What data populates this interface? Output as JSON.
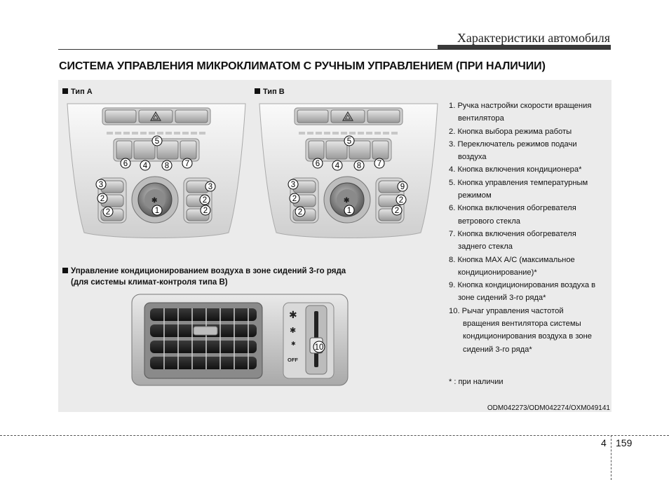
{
  "header": {
    "title": "Характеристики автомобиля"
  },
  "section": {
    "title": "СИСТЕМА УПРАВЛЕНИЯ МИКРОКЛИМАТОМ С РУЧНЫМ УПРАВЛЕНИЕМ (ПРИ НАЛИЧИИ)"
  },
  "figures": {
    "type_a": {
      "label": "Тип А",
      "callouts": {
        "c1": "1",
        "c2": "2",
        "c3": "3",
        "c4": "4",
        "c5": "5",
        "c6": "6",
        "c7": "7",
        "c8": "8"
      }
    },
    "type_b": {
      "label": "Тип В",
      "callouts": {
        "c1": "1",
        "c2": "2",
        "c3": "3",
        "c4": "4",
        "c5": "5",
        "c6": "6",
        "c7": "7",
        "c8": "8",
        "c9": "9"
      }
    },
    "third_row": {
      "caption_line1": "Управление кондиционированием воздуха в зоне сидений 3-го ряда",
      "caption_line2": "(для системы климат-контроля типа В)",
      "off_label": "OFF",
      "callout": "10"
    }
  },
  "legend": [
    {
      "lines": [
        "1. Ручка настройки скорости вращения",
        "вентилятора"
      ]
    },
    {
      "lines": [
        "2. Кнопка выбора режима работы"
      ]
    },
    {
      "lines": [
        "3. Переключатель режимов подачи",
        "воздуха"
      ]
    },
    {
      "lines": [
        "4. Кнопка включения кондиционера*"
      ]
    },
    {
      "lines": [
        "5. Кнопка управления температурным",
        "режимом"
      ]
    },
    {
      "lines": [
        "6. Кнопка включения обогревателя",
        "ветрового стекла"
      ]
    },
    {
      "lines": [
        "7. Кнопка включения обогревателя",
        "заднего стекла"
      ]
    },
    {
      "lines": [
        "8. Кнопка MAX A/C (максимальное",
        "кондиционирование)*"
      ]
    },
    {
      "lines": [
        "9. Кнопка кондиционирования воздуха в",
        "зоне сидений 3-го ряда*"
      ]
    },
    {
      "lines": [
        "10. Рычаг управления частотой",
        "вращения вентилятора системы",
        "кондиционирования воздуха в зоне",
        "сидений 3-го ряда*"
      ]
    }
  ],
  "footnote": "* : при наличии",
  "image_ref": "ODM042273/ODM042274/OXM049141",
  "footer": {
    "chapter": "4",
    "page": "159"
  }
}
